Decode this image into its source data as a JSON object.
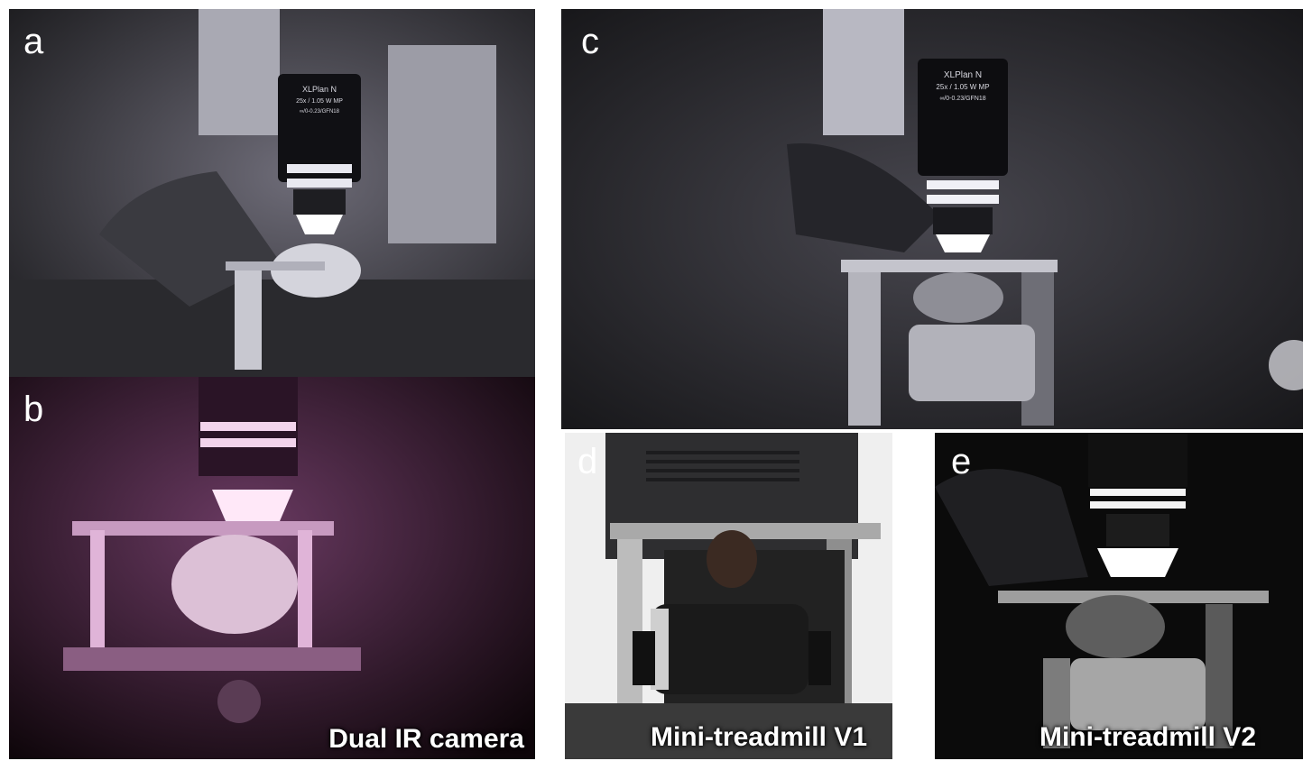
{
  "panels": {
    "a": {
      "letter": "a"
    },
    "b": {
      "letter": "b",
      "caption": "Dual IR camera"
    },
    "c": {
      "letter": "c"
    },
    "d": {
      "letter": "d",
      "caption": "Mini-treadmill V1"
    },
    "e": {
      "letter": "e",
      "caption": "Mini-treadmill V2"
    }
  },
  "objective_label": {
    "line1": "XLPlan N",
    "line2": "25x / 1.05 W MP",
    "line3": "∞/0-0.23/GFN18"
  },
  "colors": {
    "figure_background": "#ffffff",
    "panel_a_tint": "#8a8898",
    "panel_b_tint": "#d9a0cf",
    "panel_c_tint": "#5c5b63",
    "panel_d_background": "#2e2e30",
    "panel_e_tint": "#8d8d8d",
    "label_text": "#ffffff"
  }
}
